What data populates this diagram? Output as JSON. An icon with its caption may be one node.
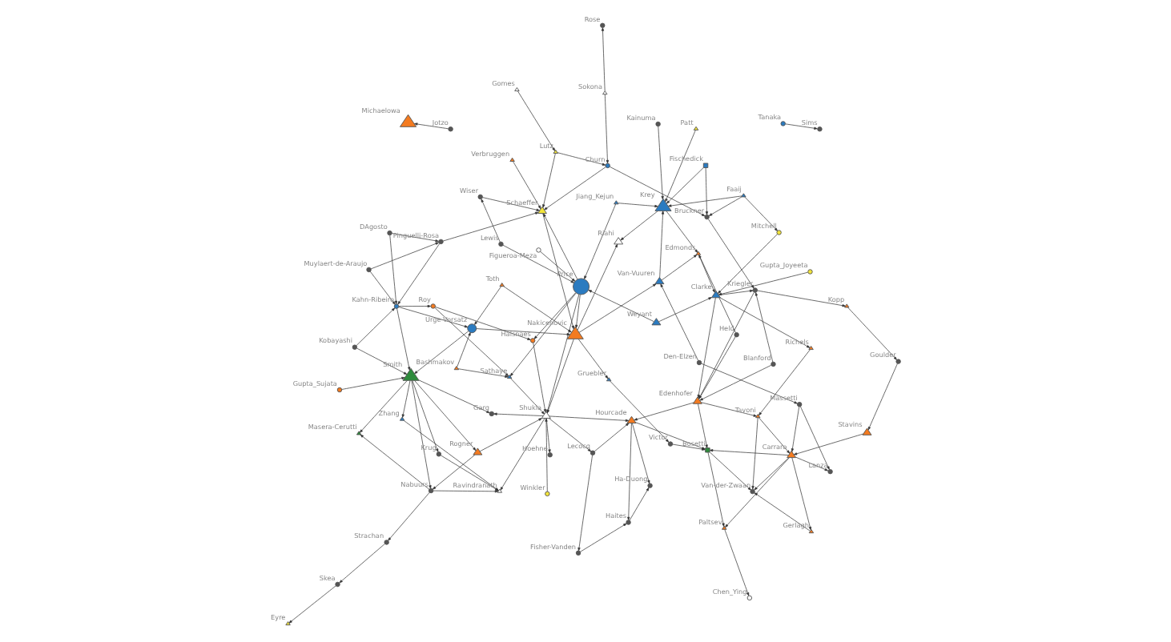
{
  "diagram": {
    "nodes": [
      {
        "text": [
          "DAgosto"
        ]
      },
      {
        "text": [
          "Tanaka"
        ]
      },
      {
        "text": [
          "Muylaert-de-Araujo"
        ]
      },
      {
        "text": [
          "Pinguelli-Rosa"
        ]
      },
      {
        "text": [
          "Kahn-Ribeiro"
        ]
      },
      {
        "text": [
          "Kobayashi"
        ]
      },
      {
        "text": [
          "Gupta_Sujata"
        ]
      },
      {
        "text": [
          "Figueroa-Meza"
        ]
      },
      {
        "text": [
          "Bashmakov"
        ]
      },
      {
        "text": [
          "Eyre"
        ]
      },
      {
        "text": [
          "Skea"
        ]
      },
      {
        "text": [
          "Gomes"
        ]
      },
      {
        "text": [
          "Lewis"
        ]
      },
      {
        "text": [
          "Toth"
        ]
      },
      {
        "text": [
          "Roy"
        ]
      },
      {
        "text": [
          "Smith"
        ]
      },
      {
        "text": [
          "Strachan"
        ]
      },
      {
        "text": [
          "Jiang_Kejun"
        ]
      },
      {
        "text": [
          "Sims"
        ]
      },
      {
        "text": [
          "Urge-Vorsatz"
        ]
      },
      {
        "text": [
          "Price"
        ]
      },
      {
        "text": [
          "Halsnaes"
        ]
      },
      {
        "text": [
          "Nabuurs"
        ]
      },
      {
        "text": [
          "Krug"
        ]
      },
      {
        "text": [
          "Rogner"
        ]
      },
      {
        "text": [
          "Wiser"
        ]
      },
      {
        "text": [
          "Sokona"
        ]
      },
      {
        "text": [
          "Lutz"
        ]
      },
      {
        "text": [
          "Weyant"
        ]
      },
      {
        "text": [
          "Zhang"
        ]
      },
      {
        "text": [
          "Masera-Cerutti"
        ]
      },
      {
        "text": [
          "Churn"
        ]
      },
      {
        "text": [
          "Rose"
        ]
      },
      {
        "text": [
          "Sathaye"
        ]
      },
      {
        "text": [
          "Schaeffer"
        ]
      },
      {
        "text": [
          "Winkler"
        ]
      },
      {
        "text": [
          "Ravindranath"
        ]
      },
      {
        "text": [
          "Verbruggen"
        ]
      },
      {
        "text": [
          "Patt"
        ]
      },
      {
        "text": [
          "Nakicenovic"
        ]
      },
      {
        "text": [
          "Shukla"
        ]
      },
      {
        "text": [
          "Kainuma"
        ]
      },
      {
        "text": [
          "Hoehne"
        ]
      },
      {
        "text": [
          "Garg"
        ]
      },
      {
        "text": [
          "Van-Vuuren"
        ]
      },
      {
        "text": [
          "Krey"
        ]
      },
      {
        "text": [
          "Riahi"
        ]
      },
      {
        "text": [
          "Gruebler"
        ]
      },
      {
        "text": [
          "Faaij"
        ]
      },
      {
        "text": [
          "Lecocq"
        ]
      },
      {
        "text": [
          "Fischedick"
        ]
      },
      {
        "text": [
          "Edmonds"
        ]
      },
      {
        "text": [
          "Den-Elzen"
        ]
      },
      {
        "text": [
          "Victor"
        ]
      },
      {
        "text": [
          "Fisher-Vanden"
        ]
      },
      {
        "text": [
          "Bruckner"
        ]
      },
      {
        "text": [
          "Clarke"
        ]
      },
      {
        "text": [
          "Held"
        ]
      },
      {
        "text": [
          "Mitchell"
        ]
      },
      {
        "text": [
          "Haites"
        ]
      },
      {
        "text": [
          "Edenhofer"
        ]
      },
      {
        "text": [
          "Hourcade"
        ]
      },
      {
        "text": [
          "Ha-Duong"
        ]
      },
      {
        "text": [
          "Gupta_Joyeeta"
        ]
      },
      {
        "text": [
          "Blanford"
        ]
      },
      {
        "text": [
          "Michaelowa"
        ]
      },
      {
        "text": [
          "Kriegler"
        ]
      },
      {
        "text": [
          "Richels"
        ]
      },
      {
        "text": [
          "Jotzo"
        ]
      },
      {
        "text": [
          "Bosetti"
        ]
      },
      {
        "text": [
          "Massetti"
        ]
      },
      {
        "text": [
          "Paltsev"
        ]
      },
      {
        "text": [
          "Carraro"
        ]
      },
      {
        "text": [
          "Kopp"
        ]
      },
      {
        "text": [
          "Gerlagh"
        ]
      },
      {
        "text": [
          "Tavoni"
        ]
      },
      {
        "text": [
          "Lanza"
        ]
      },
      {
        "text": [
          "Chen_Ying"
        ]
      },
      {
        "text": [
          "Van-der-Zwaan"
        ]
      },
      {
        "text": [
          "Stavins"
        ]
      },
      {
        "text": [
          "Goulder"
        ]
      }
    ],
    "edges": [
      {
        "from": 0,
        "to": 3,
        "arrow": "to"
      },
      {
        "from": 0,
        "to": 4,
        "arrow": "to"
      },
      {
        "from": 2,
        "to": 3,
        "arrow": "to"
      },
      {
        "from": 3,
        "to": 4,
        "arrow": "to"
      },
      {
        "from": 2,
        "to": 4,
        "arrow": "to"
      },
      {
        "from": 5,
        "to": 4,
        "arrow": "to"
      },
      {
        "from": 5,
        "to": 15,
        "arrow": "to"
      },
      {
        "from": 6,
        "to": 15,
        "arrow": "to"
      },
      {
        "from": 10,
        "to": 9,
        "arrow": "to"
      },
      {
        "from": 16,
        "to": 10,
        "arrow": "to"
      },
      {
        "from": 22,
        "to": 16,
        "arrow": "to"
      },
      {
        "from": 15,
        "to": 22,
        "arrow": "to"
      },
      {
        "from": 15,
        "to": 23,
        "arrow": "to"
      },
      {
        "from": 15,
        "to": 29,
        "arrow": "to"
      },
      {
        "from": 15,
        "to": 30,
        "arrow": "to"
      },
      {
        "from": 15,
        "to": 24,
        "arrow": "to"
      },
      {
        "from": 19,
        "to": 15,
        "arrow": "to"
      },
      {
        "from": 4,
        "to": 15,
        "arrow": "to"
      },
      {
        "from": 15,
        "to": 43,
        "arrow": "to"
      },
      {
        "from": 22,
        "to": 30,
        "arrow": "to"
      },
      {
        "from": 22,
        "to": 36,
        "arrow": "to"
      },
      {
        "from": 24,
        "to": 22,
        "arrow": "to"
      },
      {
        "from": 23,
        "to": 36,
        "arrow": "to"
      },
      {
        "from": 29,
        "to": 36,
        "arrow": "to"
      },
      {
        "from": 1,
        "to": 18,
        "arrow": "to"
      },
      {
        "from": 3,
        "to": 34,
        "arrow": "to"
      },
      {
        "from": 7,
        "to": 20,
        "arrow": "to"
      },
      {
        "from": 13,
        "to": 39,
        "arrow": "to"
      },
      {
        "from": 13,
        "to": 19,
        "arrow": "to"
      },
      {
        "from": 14,
        "to": 21,
        "arrow": "to"
      },
      {
        "from": 14,
        "to": 33,
        "arrow": "to"
      },
      {
        "from": 8,
        "to": 19,
        "arrow": "to"
      },
      {
        "from": 8,
        "to": 33,
        "arrow": "to"
      },
      {
        "from": 4,
        "to": 19,
        "arrow": "to"
      },
      {
        "from": 4,
        "to": 14,
        "arrow": "to"
      },
      {
        "from": 11,
        "to": 27,
        "arrow": "to"
      },
      {
        "from": 12,
        "to": 25,
        "arrow": "to"
      },
      {
        "from": 12,
        "to": 20,
        "arrow": "to"
      },
      {
        "from": 17,
        "to": 20,
        "arrow": "to"
      },
      {
        "from": 17,
        "to": 45,
        "arrow": "to"
      },
      {
        "from": 26,
        "to": 31,
        "arrow": "to"
      },
      {
        "from": 26,
        "to": 32,
        "arrow": "to"
      },
      {
        "from": 27,
        "to": 31,
        "arrow": "to"
      },
      {
        "from": 27,
        "to": 34,
        "arrow": "to"
      },
      {
        "from": 25,
        "to": 34,
        "arrow": "to"
      },
      {
        "from": 31,
        "to": 34,
        "arrow": "to"
      },
      {
        "from": 31,
        "to": 55,
        "arrow": "to"
      },
      {
        "from": 38,
        "to": 45,
        "arrow": "to"
      },
      {
        "from": 37,
        "to": 34,
        "arrow": "to"
      },
      {
        "from": 41,
        "to": 45,
        "arrow": "to"
      },
      {
        "from": 28,
        "to": 56,
        "arrow": "to"
      },
      {
        "from": 28,
        "to": 20,
        "arrow": "to"
      },
      {
        "from": 20,
        "to": 21,
        "arrow": "to"
      },
      {
        "from": 20,
        "to": 33,
        "arrow": "to"
      },
      {
        "from": 20,
        "to": 40,
        "arrow": "to"
      },
      {
        "from": 20,
        "to": 34,
        "arrow": "to"
      },
      {
        "from": 20,
        "to": 39,
        "arrow": "to"
      },
      {
        "from": 19,
        "to": 39,
        "arrow": "to"
      },
      {
        "from": 34,
        "to": 39,
        "arrow": "to"
      },
      {
        "from": 39,
        "to": 46,
        "arrow": "to"
      },
      {
        "from": 39,
        "to": 47,
        "arrow": "to"
      },
      {
        "from": 39,
        "to": 40,
        "arrow": "to"
      },
      {
        "from": 39,
        "to": 44,
        "arrow": "to"
      },
      {
        "from": 35,
        "to": 40,
        "arrow": "to"
      },
      {
        "from": 40,
        "to": 42,
        "arrow": "to"
      },
      {
        "from": 40,
        "to": 43,
        "arrow": "to"
      },
      {
        "from": 40,
        "to": 49,
        "arrow": "to"
      },
      {
        "from": 40,
        "to": 61,
        "arrow": "to"
      },
      {
        "from": 40,
        "to": 36,
        "arrow": "to"
      },
      {
        "from": 33,
        "to": 40,
        "arrow": "to"
      },
      {
        "from": 24,
        "to": 40,
        "arrow": "to"
      },
      {
        "from": 21,
        "to": 40,
        "arrow": "to"
      },
      {
        "from": 49,
        "to": 61,
        "arrow": "to"
      },
      {
        "from": 49,
        "to": 54,
        "arrow": "to"
      },
      {
        "from": 54,
        "to": 59,
        "arrow": "to"
      },
      {
        "from": 61,
        "to": 59,
        "arrow": "to"
      },
      {
        "from": 59,
        "to": 62,
        "arrow": "to"
      },
      {
        "from": 61,
        "to": 62,
        "arrow": "to"
      },
      {
        "from": 60,
        "to": 61,
        "arrow": "to"
      },
      {
        "from": 61,
        "to": 69,
        "arrow": "to"
      },
      {
        "from": 53,
        "to": 69,
        "arrow": "to"
      },
      {
        "from": 47,
        "to": 53,
        "arrow": "to"
      },
      {
        "from": 52,
        "to": 44,
        "arrow": "to"
      },
      {
        "from": 52,
        "to": 70,
        "arrow": "to"
      },
      {
        "from": 45,
        "to": 46,
        "arrow": "to"
      },
      {
        "from": 45,
        "to": 51,
        "arrow": "to"
      },
      {
        "from": 48,
        "to": 45,
        "arrow": "to"
      },
      {
        "from": 50,
        "to": 45,
        "arrow": "to"
      },
      {
        "from": 44,
        "to": 51,
        "arrow": "to"
      },
      {
        "from": 44,
        "to": 45,
        "arrow": "to"
      },
      {
        "from": 48,
        "to": 58,
        "arrow": "to"
      },
      {
        "from": 48,
        "to": 55,
        "arrow": "to"
      },
      {
        "from": 50,
        "to": 55,
        "arrow": "to"
      },
      {
        "from": 55,
        "to": 66,
        "arrow": "to"
      },
      {
        "from": 58,
        "to": 56,
        "arrow": "to"
      },
      {
        "from": 56,
        "to": 60,
        "arrow": "to"
      },
      {
        "from": 56,
        "to": 67,
        "arrow": "to"
      },
      {
        "from": 63,
        "to": 56,
        "arrow": "to"
      },
      {
        "from": 56,
        "to": 66,
        "arrow": "to"
      },
      {
        "from": 51,
        "to": 56,
        "arrow": "to"
      },
      {
        "from": 57,
        "to": 60,
        "arrow": "to"
      },
      {
        "from": 57,
        "to": 51,
        "arrow": "to"
      },
      {
        "from": 60,
        "to": 69,
        "arrow": "to"
      },
      {
        "from": 60,
        "to": 75,
        "arrow": "to"
      },
      {
        "from": 64,
        "to": 60,
        "arrow": "to"
      },
      {
        "from": 66,
        "to": 60,
        "arrow": "to"
      },
      {
        "from": 68,
        "to": 65,
        "arrow": "to"
      },
      {
        "from": 64,
        "to": 66,
        "arrow": "to"
      },
      {
        "from": 66,
        "to": 73,
        "arrow": "to"
      },
      {
        "from": 73,
        "to": 80,
        "arrow": "to"
      },
      {
        "from": 80,
        "to": 79,
        "arrow": "to"
      },
      {
        "from": 67,
        "to": 75,
        "arrow": "to"
      },
      {
        "from": 79,
        "to": 72,
        "arrow": "to"
      },
      {
        "from": 72,
        "to": 69,
        "arrow": "to"
      },
      {
        "from": 70,
        "to": 72,
        "arrow": "to"
      },
      {
        "from": 72,
        "to": 74,
        "arrow": "to"
      },
      {
        "from": 72,
        "to": 76,
        "arrow": "to"
      },
      {
        "from": 72,
        "to": 78,
        "arrow": "to"
      },
      {
        "from": 75,
        "to": 72,
        "arrow": "to"
      },
      {
        "from": 69,
        "to": 78,
        "arrow": "to"
      },
      {
        "from": 69,
        "to": 71,
        "arrow": "to"
      },
      {
        "from": 71,
        "to": 77,
        "arrow": "to"
      },
      {
        "from": 70,
        "to": 76,
        "arrow": "to"
      },
      {
        "from": 74,
        "to": 78,
        "arrow": "to"
      },
      {
        "from": 75,
        "to": 78,
        "arrow": "to"
      },
      {
        "from": 72,
        "to": 71,
        "arrow": "to"
      }
    ]
  }
}
